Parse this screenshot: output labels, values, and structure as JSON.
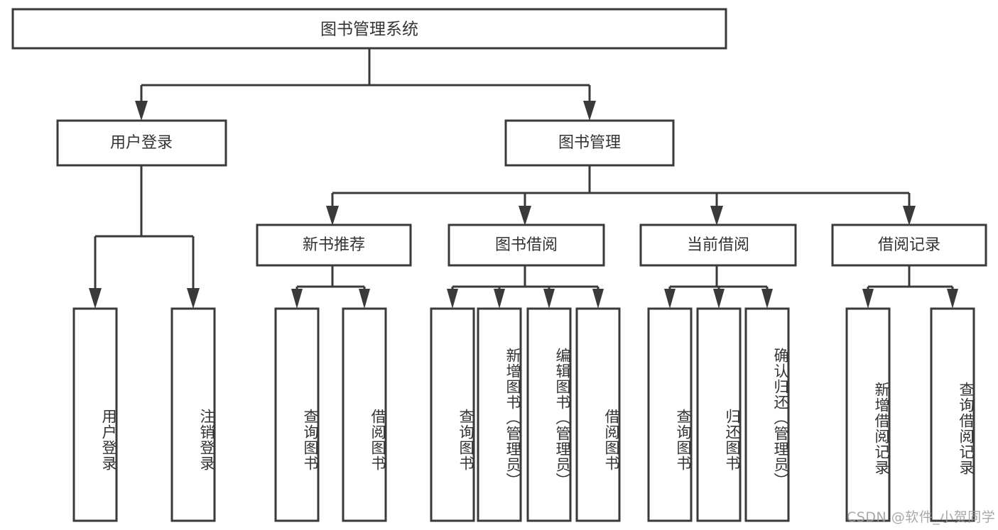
{
  "diagram": {
    "title": "图书管理系统",
    "type": "hierarchy-tree",
    "colors": {
      "background": "#ffffff",
      "node_fill": "#ffffff",
      "stroke": "#3a3a3a",
      "text": "#333333",
      "watermark": "#9a9a9a"
    },
    "levels": {
      "root": {
        "label": "图书管理系统"
      },
      "level2": [
        {
          "label": "用户登录"
        },
        {
          "label": "图书管理"
        }
      ],
      "level3": [
        {
          "label": "新书推荐"
        },
        {
          "label": "图书借阅"
        },
        {
          "label": "当前借阅"
        },
        {
          "label": "借阅记录"
        }
      ],
      "leaves_user_login": [
        {
          "label": "用户登录"
        },
        {
          "label": "注销登录"
        }
      ],
      "leaves_new_book": [
        {
          "label": "查询图书"
        },
        {
          "label": "借阅图书"
        }
      ],
      "leaves_book_borrow": [
        {
          "label": "查询图书"
        },
        {
          "label": "新增图书（管理员）"
        },
        {
          "label": "编辑图书（管理员）"
        },
        {
          "label": "借阅图书"
        }
      ],
      "leaves_current_borrow": [
        {
          "label": "查询图书"
        },
        {
          "label": "归还图书"
        },
        {
          "label": "确认归还（管理员）"
        }
      ],
      "leaves_borrow_record": [
        {
          "label": "新增借阅记录"
        },
        {
          "label": "查询借阅记录"
        }
      ]
    }
  },
  "watermark": {
    "text": "CSDN @软件_小贺同学"
  }
}
